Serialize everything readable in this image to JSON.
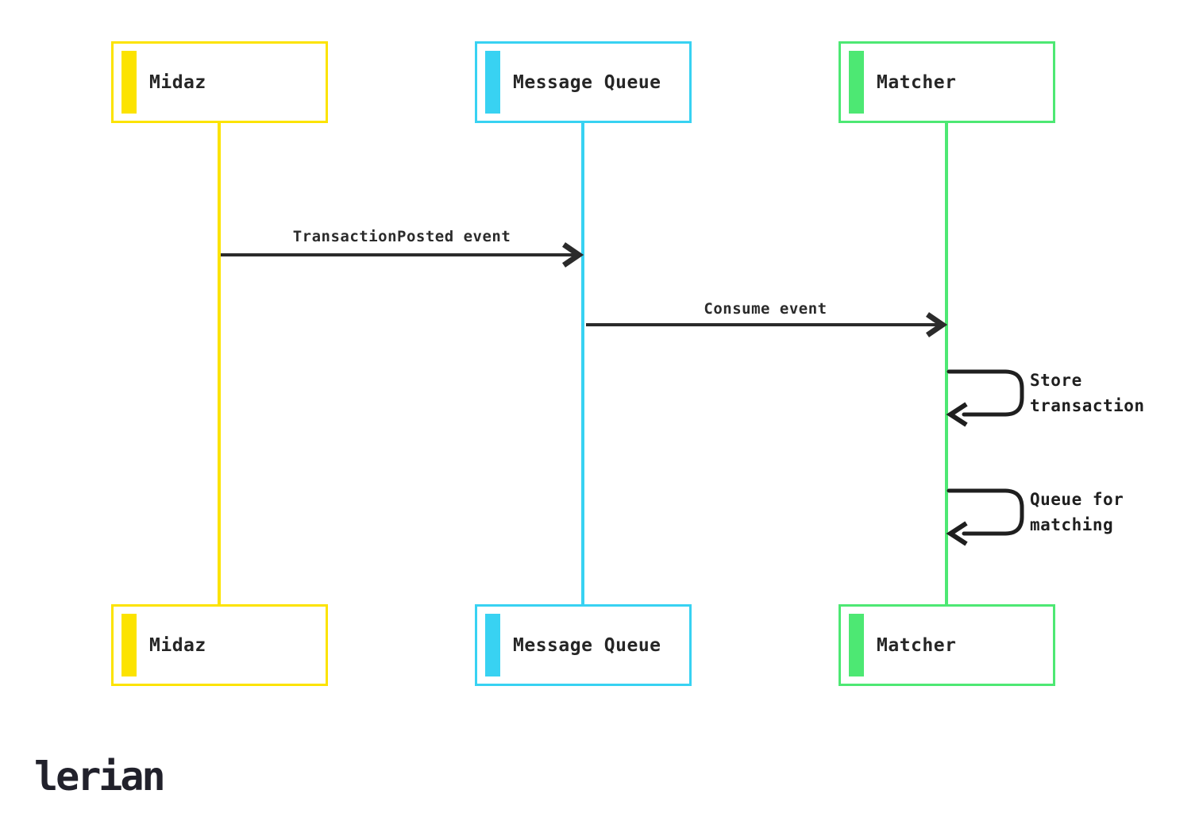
{
  "diagram": {
    "type": "sequence",
    "actors": [
      {
        "id": "midaz",
        "label": "Midaz",
        "color": "#FCE300"
      },
      {
        "id": "message-queue",
        "label": "Message Queue",
        "color": "#38D2F2"
      },
      {
        "id": "matcher",
        "label": "Matcher",
        "color": "#4DE873"
      }
    ],
    "messages": [
      {
        "from": "Midaz",
        "to": "Message Queue",
        "label": "TransactionPosted event"
      },
      {
        "from": "Message Queue",
        "to": "Matcher",
        "label": "Consume event"
      }
    ],
    "self_messages": [
      {
        "actor": "Matcher",
        "label": "Store transaction"
      },
      {
        "actor": "Matcher",
        "label": "Queue for matching"
      }
    ],
    "line_color": "#2B2B2B"
  },
  "footer": {
    "logo_text": "lerian"
  }
}
